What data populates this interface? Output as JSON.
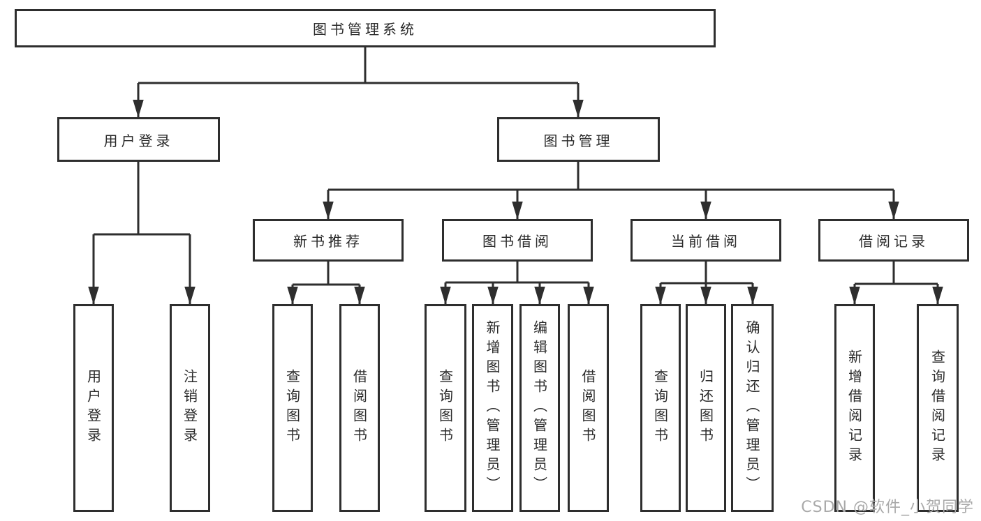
{
  "tree": {
    "label": "图书管理系统",
    "children": [
      {
        "label": "用户登录",
        "children": [
          {
            "label": "用户登录"
          },
          {
            "label": "注销登录"
          }
        ]
      },
      {
        "label": "图书管理",
        "children": [
          {
            "label": "新书推荐",
            "children": [
              {
                "label": "查询图书"
              },
              {
                "label": "借阅图书"
              }
            ]
          },
          {
            "label": "图书借阅",
            "children": [
              {
                "label": "查询图书"
              },
              {
                "label": "新增图书（管理员）"
              },
              {
                "label": "编辑图书（管理员）"
              },
              {
                "label": "借阅图书"
              }
            ]
          },
          {
            "label": "当前借阅",
            "children": [
              {
                "label": "查询图书"
              },
              {
                "label": "归还图书"
              },
              {
                "label": "确认归还（管理员）"
              }
            ]
          },
          {
            "label": "借阅记录",
            "children": [
              {
                "label": "新增借阅记录"
              },
              {
                "label": "查询借阅记录"
              }
            ]
          }
        ]
      }
    ]
  },
  "watermark": {
    "text": "CSDN @软件_小贺同学"
  },
  "colors": {
    "line": "#2e2e2e",
    "box_border": "#2e2e2e",
    "text": "#2b2b2b",
    "watermark": "#a9a9a9",
    "background": "#ffffff"
  }
}
